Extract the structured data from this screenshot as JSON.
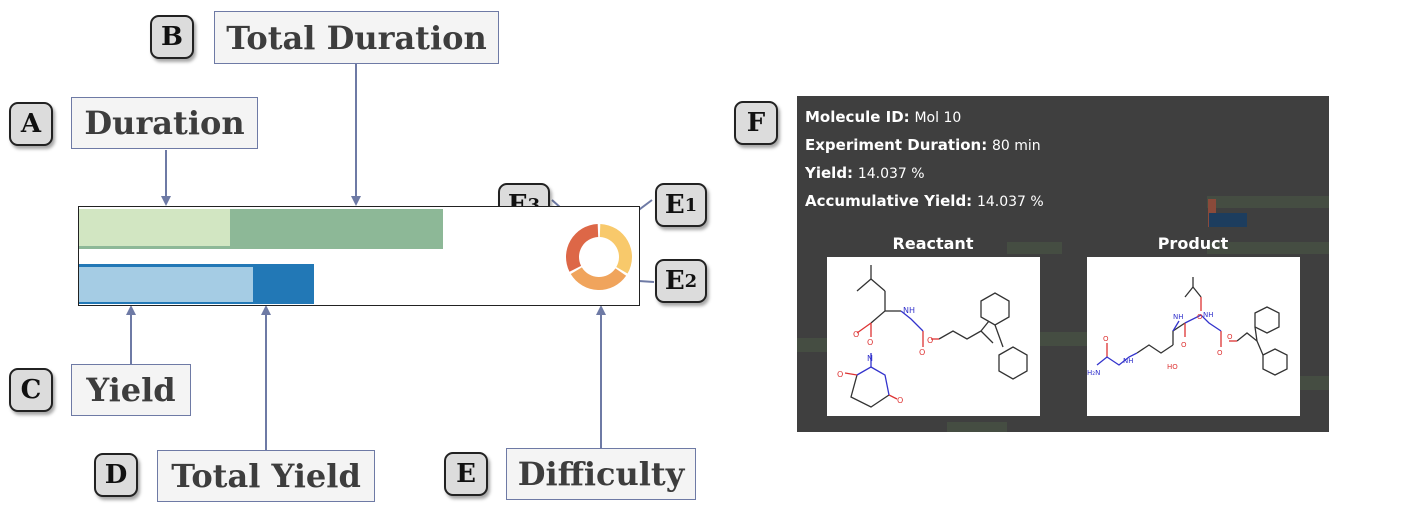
{
  "labels": {
    "A": "A",
    "B": "B",
    "C": "C",
    "D": "D",
    "E": "E",
    "F": "F",
    "E1_main": "E",
    "E1_sub": "1",
    "E2_main": "E",
    "E2_sub": "2",
    "E3_main": "E",
    "E3_sub": "3"
  },
  "callouts": {
    "duration": "Duration",
    "total_duration": "Total Duration",
    "yield": "Yield",
    "total_yield": "Total Yield",
    "difficulty": "Difficulty"
  },
  "glyph": {
    "duration_fraction": 0.27,
    "total_duration_fraction": 0.65,
    "yield_fraction": 0.31,
    "total_yield_fraction": 0.42,
    "colors": {
      "duration": "#d2e6c2",
      "total_duration": "#8db897",
      "yield": "#a5cce4",
      "total_yield": "#2278b6"
    },
    "difficulty_segments": [
      {
        "name": "E1",
        "color": "#f8c96b",
        "fraction": 0.34
      },
      {
        "name": "E2",
        "color": "#f0a45c",
        "fraction": 0.33
      },
      {
        "name": "E3",
        "color": "#dd6747",
        "fraction": 0.33
      }
    ]
  },
  "tooltip": {
    "molecule_id_label": "Molecule ID:",
    "molecule_id_value": "Mol 10",
    "duration_label": "Experiment Duration:",
    "duration_value": "80 min",
    "yield_label": "Yield:",
    "yield_value": "14.037 %",
    "acc_yield_label": "Accumulative Yield:",
    "acc_yield_value": "14.037 %",
    "reactant_title": "Reactant",
    "product_title": "Product"
  }
}
